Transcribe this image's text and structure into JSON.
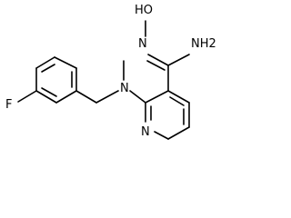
{
  "molecule": {
    "atoms": {
      "f": "F",
      "n_amine": "N",
      "n_pyridine": "N",
      "hydroxyimino": "HO",
      "imino_n": "N",
      "amide_nh2": "NH2"
    }
  }
}
